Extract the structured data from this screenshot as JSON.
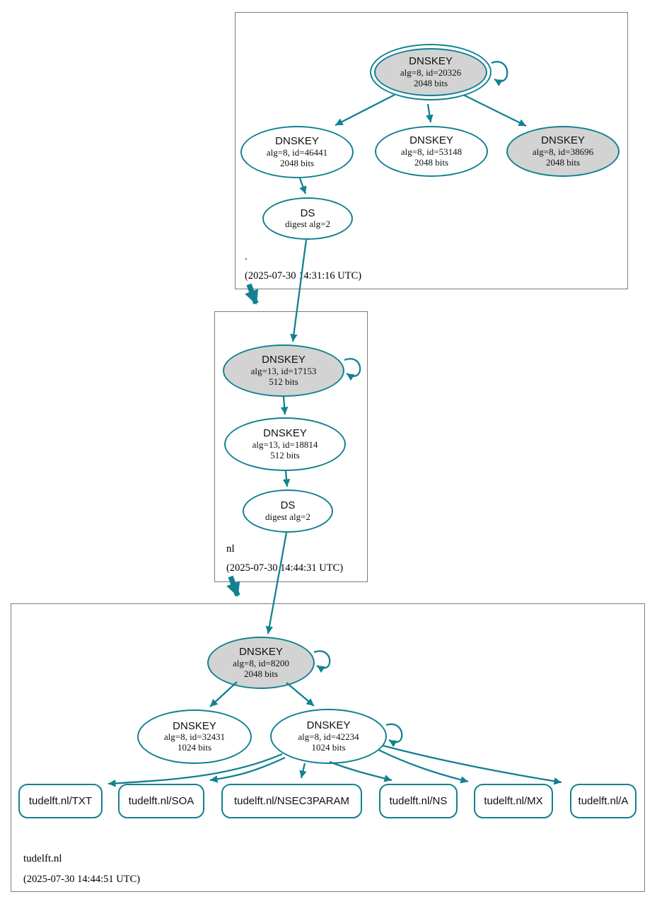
{
  "colors": {
    "accent": "#128191",
    "node_fill_gray": "#d3d3d3",
    "zone_box_border": "#7d7d7d",
    "background": "#ffffff"
  },
  "zones": [
    {
      "name": ".",
      "timestamp": "(2025-07-30 14:31:16 UTC)"
    },
    {
      "name": "nl",
      "timestamp": "(2025-07-30 14:44:31 UTC)"
    },
    {
      "name": "tudelft.nl",
      "timestamp": "(2025-07-30 14:44:51 UTC)"
    }
  ],
  "nodes": {
    "root_ksk": {
      "title": "DNSKEY",
      "alg": "alg=8, id=20326",
      "bits": "2048 bits"
    },
    "root_zsk1": {
      "title": "DNSKEY",
      "alg": "alg=8, id=46441",
      "bits": "2048 bits"
    },
    "root_zsk2": {
      "title": "DNSKEY",
      "alg": "alg=8, id=53148",
      "bits": "2048 bits"
    },
    "root_zsk3": {
      "title": "DNSKEY",
      "alg": "alg=8, id=38696",
      "bits": "2048 bits"
    },
    "root_ds": {
      "title": "DS",
      "alg": "digest alg=2"
    },
    "nl_ksk": {
      "title": "DNSKEY",
      "alg": "alg=13, id=17153",
      "bits": "512 bits"
    },
    "nl_zsk": {
      "title": "DNSKEY",
      "alg": "alg=13, id=18814",
      "bits": "512 bits"
    },
    "nl_ds": {
      "title": "DS",
      "alg": "digest alg=2"
    },
    "tud_ksk": {
      "title": "DNSKEY",
      "alg": "alg=8, id=8200",
      "bits": "2048 bits"
    },
    "tud_zsk1": {
      "title": "DNSKEY",
      "alg": "alg=8, id=32431",
      "bits": "1024 bits"
    },
    "tud_zsk2": {
      "title": "DNSKEY",
      "alg": "alg=8, id=42234",
      "bits": "1024 bits"
    },
    "rrsets": [
      {
        "label": "tudelft.nl/TXT"
      },
      {
        "label": "tudelft.nl/SOA"
      },
      {
        "label": "tudelft.nl/NSEC3PARAM"
      },
      {
        "label": "tudelft.nl/NS"
      },
      {
        "label": "tudelft.nl/MX"
      },
      {
        "label": "tudelft.nl/A"
      }
    ]
  }
}
